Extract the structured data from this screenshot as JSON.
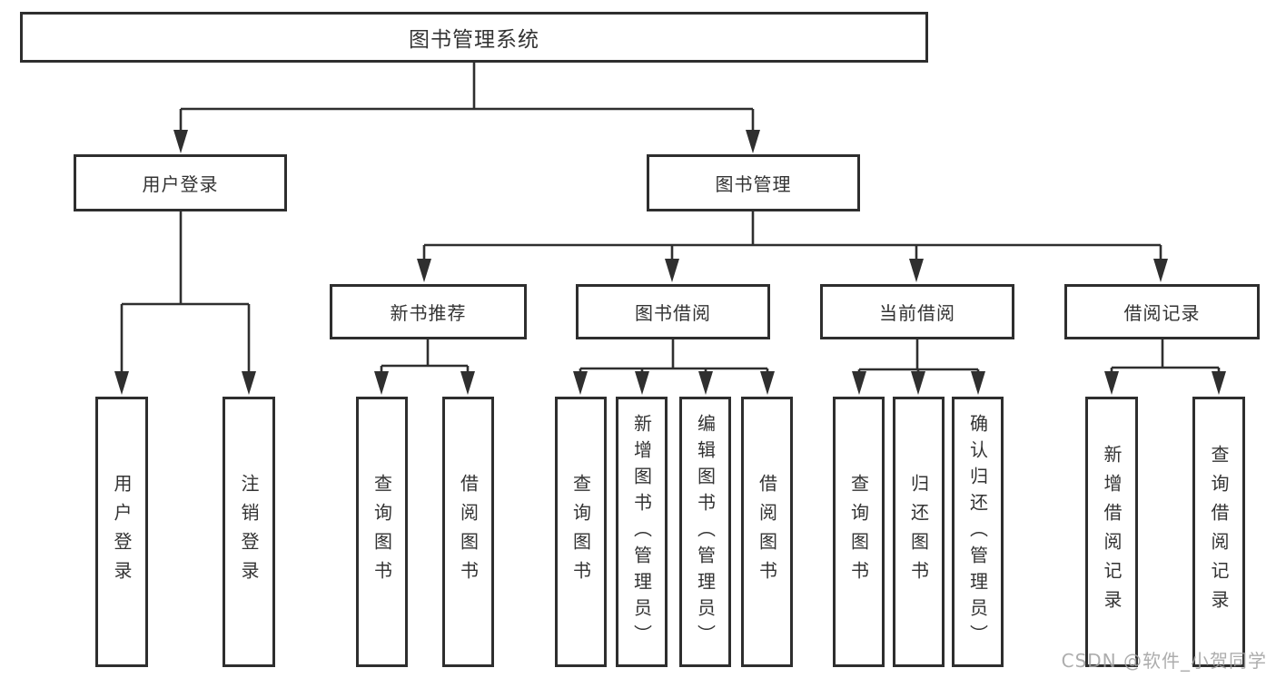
{
  "title": "图书管理系统",
  "tree": {
    "label": "图书管理系统",
    "children": [
      {
        "label": "用户登录",
        "children": [
          {
            "label": "用户登录"
          },
          {
            "label": "注销登录"
          }
        ]
      },
      {
        "label": "图书管理",
        "children": [
          {
            "label": "新书推荐",
            "children": [
              {
                "label": "查询图书"
              },
              {
                "label": "借阅图书"
              }
            ]
          },
          {
            "label": "图书借阅",
            "children": [
              {
                "label": "查询图书"
              },
              {
                "label": "新增图书（管理员）"
              },
              {
                "label": "编辑图书（管理员）"
              },
              {
                "label": "借阅图书"
              }
            ]
          },
          {
            "label": "当前借阅",
            "children": [
              {
                "label": "查询图书"
              },
              {
                "label": "归还图书"
              },
              {
                "label": "确认归还（管理员）"
              }
            ]
          },
          {
            "label": "借阅记录",
            "children": [
              {
                "label": "新增借阅记录"
              },
              {
                "label": "查询借阅记录"
              }
            ]
          }
        ]
      }
    ]
  },
  "watermark": "CSDN @软件_小贺同学",
  "colors": {
    "line": "#2f2f2f",
    "border": "#2e2e2e",
    "text": "#333333",
    "background": "#ffffff",
    "watermark": "#a2a2a2"
  }
}
